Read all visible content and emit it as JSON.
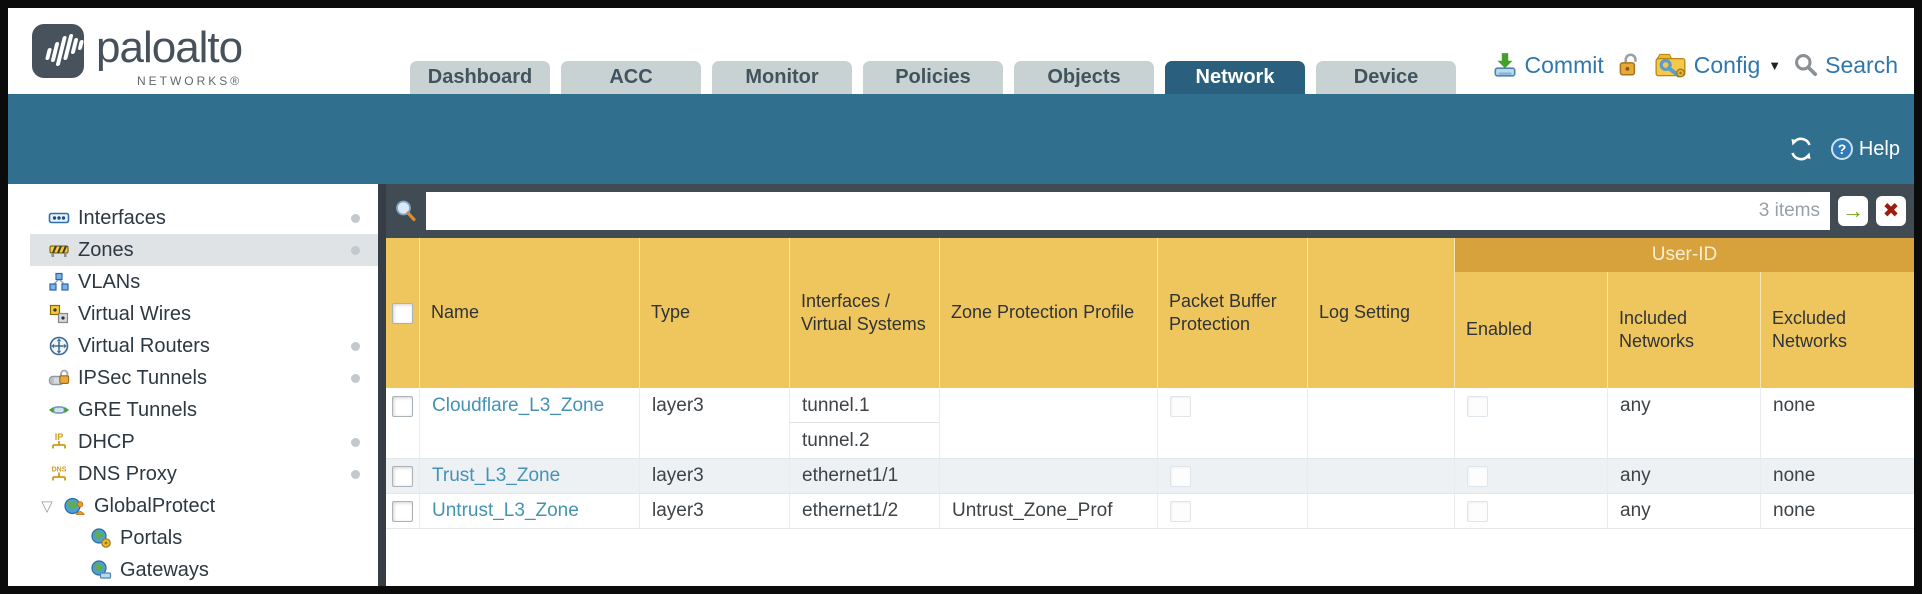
{
  "brand": {
    "logo_text": "paloalto",
    "logo_sub": "NETWORKS®"
  },
  "nav": {
    "tabs": [
      "Dashboard",
      "ACC",
      "Monitor",
      "Policies",
      "Objects",
      "Network",
      "Device"
    ],
    "active_tab": "Network"
  },
  "actions": {
    "commit": "Commit",
    "config": "Config",
    "search": "Search"
  },
  "toolbar": {
    "help": "Help"
  },
  "filter": {
    "count": "3 items"
  },
  "sidebar": {
    "selected": "Zones",
    "items": [
      {
        "label": "Interfaces"
      },
      {
        "label": "Zones"
      },
      {
        "label": "VLANs"
      },
      {
        "label": "Virtual Wires"
      },
      {
        "label": "Virtual Routers"
      },
      {
        "label": "IPSec Tunnels"
      },
      {
        "label": "GRE Tunnels"
      },
      {
        "label": "DHCP"
      },
      {
        "label": "DNS Proxy"
      },
      {
        "label": "GlobalProtect"
      },
      {
        "label": "Portals"
      },
      {
        "label": "Gateways"
      }
    ]
  },
  "table": {
    "group_header": "User-ID",
    "columns": [
      "Name",
      "Type",
      "Interfaces / Virtual Systems",
      "Zone Protection Profile",
      "Packet Buffer Protection",
      "Log Setting",
      "Enabled",
      "Included Networks",
      "Excluded Networks"
    ],
    "rows": [
      {
        "name": "Cloudflare_L3_Zone",
        "type": "layer3",
        "interfaces": [
          "tunnel.1",
          "tunnel.2"
        ],
        "zone_protection_profile": "",
        "log_setting": "",
        "included_networks": "any",
        "excluded_networks": "none"
      },
      {
        "name": "Trust_L3_Zone",
        "type": "layer3",
        "interfaces": [
          "ethernet1/1"
        ],
        "zone_protection_profile": "",
        "log_setting": "",
        "included_networks": "any",
        "excluded_networks": "none"
      },
      {
        "name": "Untrust_L3_Zone",
        "type": "layer3",
        "interfaces": [
          "ethernet1/2"
        ],
        "zone_protection_profile": "Untrust_Zone_Prof",
        "log_setting": "",
        "included_networks": "any",
        "excluded_networks": "none"
      }
    ]
  },
  "icons": {
    "config_caret": "▼",
    "globalprotect_expander": "▽",
    "filter_go": "→",
    "filter_close": "✖"
  },
  "colors": {
    "teal_band": "#316f8e",
    "active_tab": "#2a607d",
    "header_gold": "#eec65d",
    "group_band_gold": "#d7a23c",
    "link_blue": "#4493b5",
    "action_blue": "#3077ad",
    "search_row": "#404b54"
  }
}
